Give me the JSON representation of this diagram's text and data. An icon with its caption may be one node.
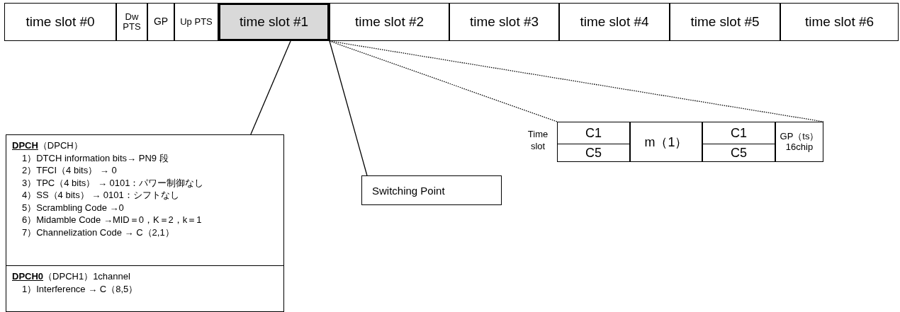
{
  "diagram": {
    "nodes": [
      {
        "text": [
          "time slot #0"
        ]
      },
      {
        "text": [
          "Dw PTS"
        ]
      },
      {
        "text": [
          "GP"
        ]
      },
      {
        "text": [
          "Up PTS"
        ]
      },
      {
        "text": [
          "time slot #1"
        ]
      },
      {
        "text": [
          "time slot #2"
        ]
      },
      {
        "text": [
          "time slot #3"
        ]
      },
      {
        "text": [
          "time slot #4"
        ]
      },
      {
        "text": [
          "time slot #5"
        ]
      },
      {
        "text": [
          "time slot #6"
        ]
      },
      {
        "text": [
          "**DPCH**（DPCH）",
          "1）DTCH information bits→ PN9 段",
          "2）TFCI（4 bits） → 0",
          "3）TPC（4 bits） → 0101：パワー制御なし",
          "4）SS（4 bits） → 0101：シフトなし",
          "5）Scrambling Code →0",
          "6）Midamble Code →MID＝0，K＝2，k＝1",
          "7）Channelization Code → C（2,1）"
        ]
      },
      {
        "text": [
          "**DPCH0**（DPCH1）1channel",
          "1）Interference → C（8,5）"
        ]
      },
      {
        "text": [
          "Switching Point"
        ]
      },
      {
        "text": [
          "C1"
        ]
      },
      {
        "text": [
          "C5"
        ]
      },
      {
        "text": [
          "m（1）"
        ]
      },
      {
        "text": [
          "C1"
        ]
      },
      {
        "text": [
          "C5"
        ]
      },
      {
        "text": [
          "GP（ts）",
          "16chip"
        ]
      }
    ],
    "edges": [
      {
        "from": 4,
        "to": 10,
        "arrow": "none"
      },
      {
        "from": 12,
        "to": 4,
        "arrow": "none"
      },
      {
        "from": 4,
        "to": 13,
        "arrow": "none",
        "style": "dashed"
      },
      {
        "from": 4,
        "to": 18,
        "arrow": "none",
        "style": "dashed"
      }
    ],
    "labels": [
      "Time slot"
    ]
  }
}
